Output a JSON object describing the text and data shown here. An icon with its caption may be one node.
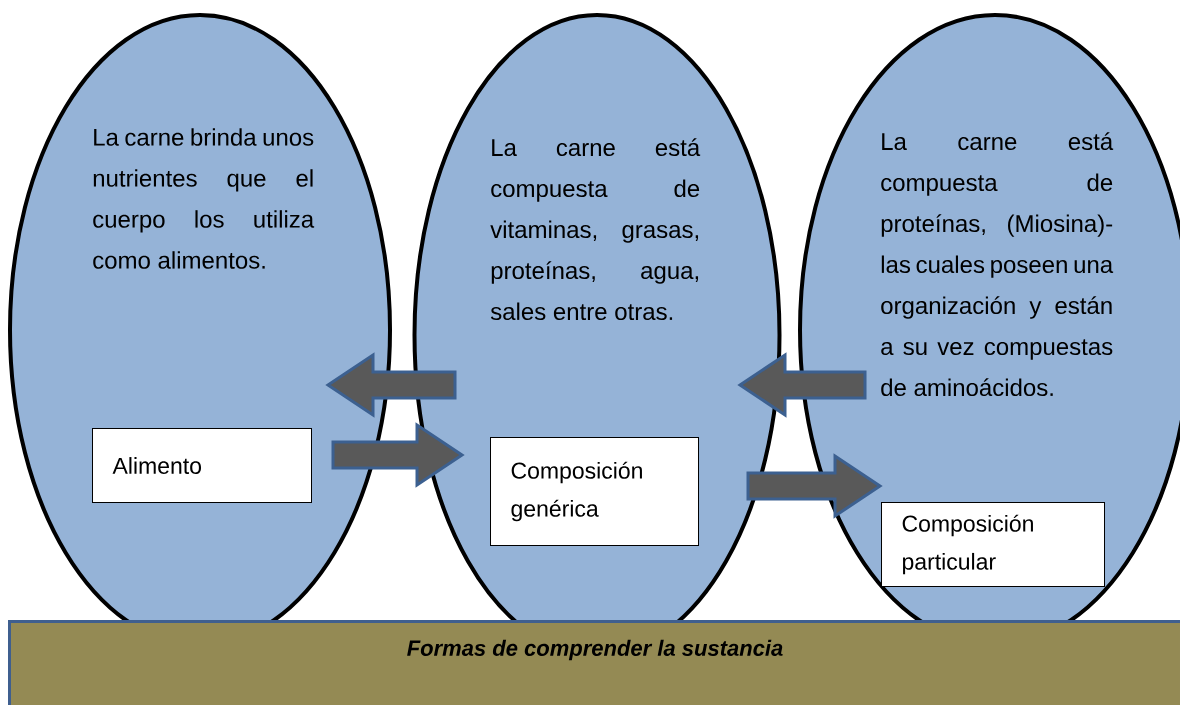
{
  "diagram": {
    "nodes": [
      {
        "text": [
          "La carne brinda unos nutrientes que el cuerpo los utiliza como alimentos."
        ]
      },
      {
        "text": [
          "Alimento"
        ],
        "in": 0
      },
      {
        "text": [
          "La carne está compuesta de vitaminas, grasas, proteínas, agua, sales entre otras."
        ]
      },
      {
        "text": [
          "Composición genérica"
        ],
        "in": 2
      },
      {
        "text": [
          "La carne está compuesta de proteínas, (Miosina)- las cuales poseen una organización y están a su vez compuestas de aminoácidos."
        ]
      },
      {
        "text": [
          "Composición particular"
        ],
        "in": 4
      },
      {
        "text": [
          "Formas de comprender la sustancia"
        ]
      }
    ],
    "edges": [
      {
        "from": 2,
        "to": 0,
        "arrow": "to"
      },
      {
        "from": 0,
        "to": 2,
        "arrow": "to"
      },
      {
        "from": 4,
        "to": 2,
        "arrow": "to"
      },
      {
        "from": 2,
        "to": 4,
        "arrow": "to"
      }
    ]
  }
}
